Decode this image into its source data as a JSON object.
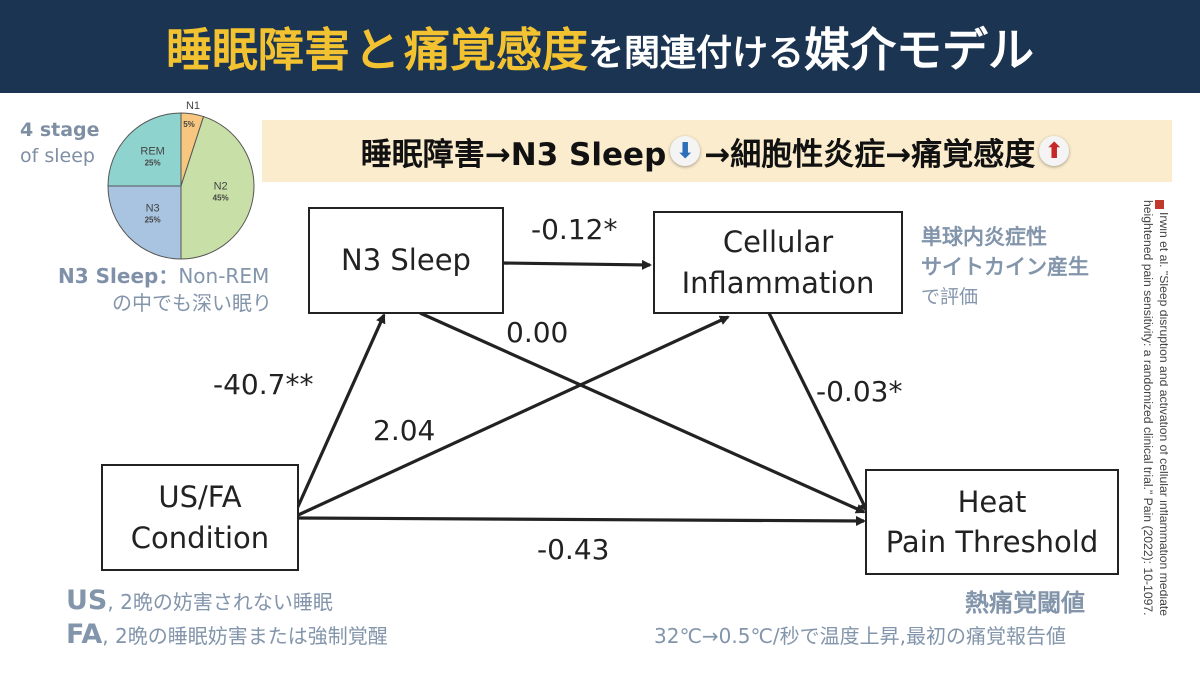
{
  "header": {
    "title_part1": "睡眠障害",
    "title_part2": "と",
    "title_part3": "痛覚感度",
    "title_part4": "を関連付ける",
    "title_part5": "媒介モデル"
  },
  "pie": {
    "side_label_line1": "4 stage",
    "side_label_line2": "of sleep",
    "slices": [
      {
        "name": "N1",
        "percent_label": "5%",
        "value": 5,
        "color": "#f7c77f"
      },
      {
        "name": "N2",
        "percent_label": "45%",
        "value": 45,
        "color": "#c8dfa7"
      },
      {
        "name": "N3",
        "percent_label": "25%",
        "value": 25,
        "color": "#a9c4e0"
      },
      {
        "name": "REM",
        "percent_label": "25%",
        "value": 25,
        "color": "#8fd3cf"
      }
    ]
  },
  "n3_note": {
    "bold": "N3 Sleep",
    "colon": "：",
    "rest": "Non-REM",
    "line2": "の中でも深い眠り"
  },
  "banner": {
    "part1": "睡眠障害→N3 Sleep",
    "down_arrow": "⬇",
    "part2": "→細胞性炎症→痛覚感度",
    "up_arrow": "⬆"
  },
  "boxes": {
    "n3": "N3 Sleep",
    "cell_line1": "Cellular",
    "cell_line2": "Inflammation",
    "usfa_line1": "US/FA",
    "usfa_line2": "Condition",
    "heat_line1": "Heat",
    "heat_line2": "Pain Threshold"
  },
  "coefficients": {
    "n3_to_cell": "-0.12*",
    "n3_to_heat": "0.00",
    "usfa_to_n3": "-40.7**",
    "usfa_to_cell": "2.04",
    "cell_to_heat": "-0.03*",
    "usfa_to_heat": "-0.43"
  },
  "cell_note": {
    "line1": "単球内炎症性",
    "line2": "サイトカイン産生",
    "line3": "で評価"
  },
  "usfa_note": {
    "us_bold": "US",
    "us_rest": ", 2晩の妨害されない睡眠",
    "fa_bold": "FA",
    "fa_rest": ", 2晩の睡眠妨害または強制覚醒"
  },
  "heat_note": {
    "title": "熱痛覚閾値",
    "detail": "32℃→0.5℃/秒で温度上昇,最初の痛覚報告値"
  },
  "citation": {
    "line1": "Irwin et al. \"Sleep disruption and activation of cellular inflammation mediate",
    "line2": "heightened pain sensitivity: a randomized clinical trial.\" Pain (2022): 10-1097."
  }
}
